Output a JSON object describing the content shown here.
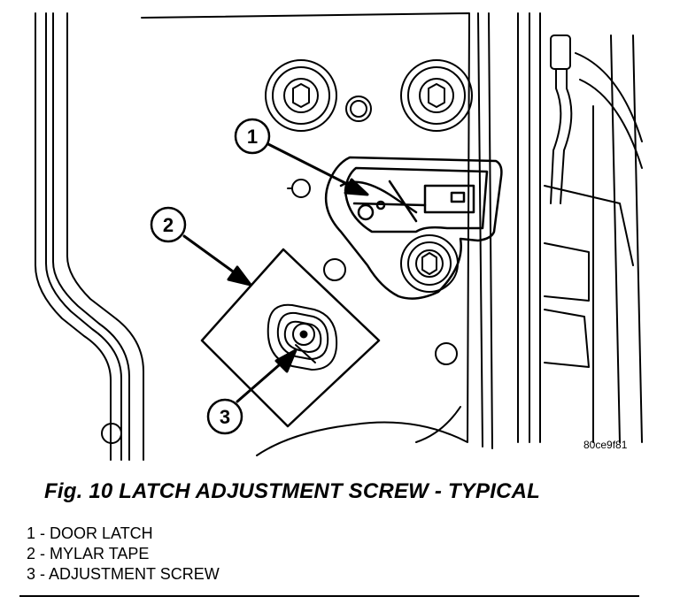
{
  "figure": {
    "code": "80ce9f81",
    "callouts": [
      {
        "number": "1",
        "label": "DOOR LATCH"
      },
      {
        "number": "2",
        "label": "MYLAR TAPE"
      },
      {
        "number": "3",
        "label": "ADJUSTMENT SCREW"
      }
    ]
  },
  "caption": "Fig. 10 LATCH ADJUSTMENT SCREW - TYPICAL",
  "legend": [
    "1 - DOOR LATCH",
    "2 - MYLAR TAPE",
    "3 - ADJUSTMENT SCREW"
  ]
}
